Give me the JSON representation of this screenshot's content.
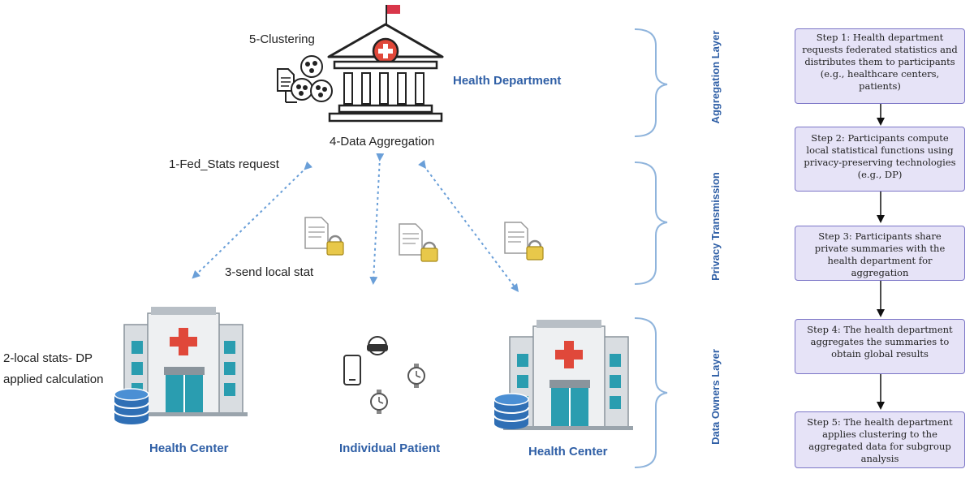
{
  "labels": {
    "clustering": "5-Clustering",
    "health_department": "Health Department",
    "data_aggregation": "4-Data Aggregation",
    "fed_stats_request": "1-Fed_Stats request",
    "send_local_stat": "3-send local stat",
    "local_stats_line1": "2-local stats- DP",
    "local_stats_line2": "applied calculation",
    "health_center_left": "Health Center",
    "individual_patient": "Individual Patient",
    "health_center_right": "Health Center"
  },
  "layers": {
    "aggregation": "Aggregation Layer",
    "privacy": "Privacy Transmission",
    "data_owners": "Data Owners Layer"
  },
  "steps": [
    "Step 1: Health department requests federated statistics and distributes them to participants (e.g., healthcare centers, patients)",
    "Step 2: Participants compute local statistical functions using privacy-preserving technologies (e.g., DP)",
    "Step 3: Participants share private summaries with the health department for aggregation",
    "Step 4: The health department aggregates the summaries to obtain global results",
    "Step 5: The health department applies clustering to the aggregated data for subgroup analysis"
  ],
  "colors": {
    "accent_blue": "#2f5fa6",
    "arrow_blue": "#6a9fd8",
    "step_fill": "#e6e3f7",
    "step_border": "#7c76c7",
    "red_cross": "#e0483a",
    "building_teal": "#2a9db0"
  }
}
